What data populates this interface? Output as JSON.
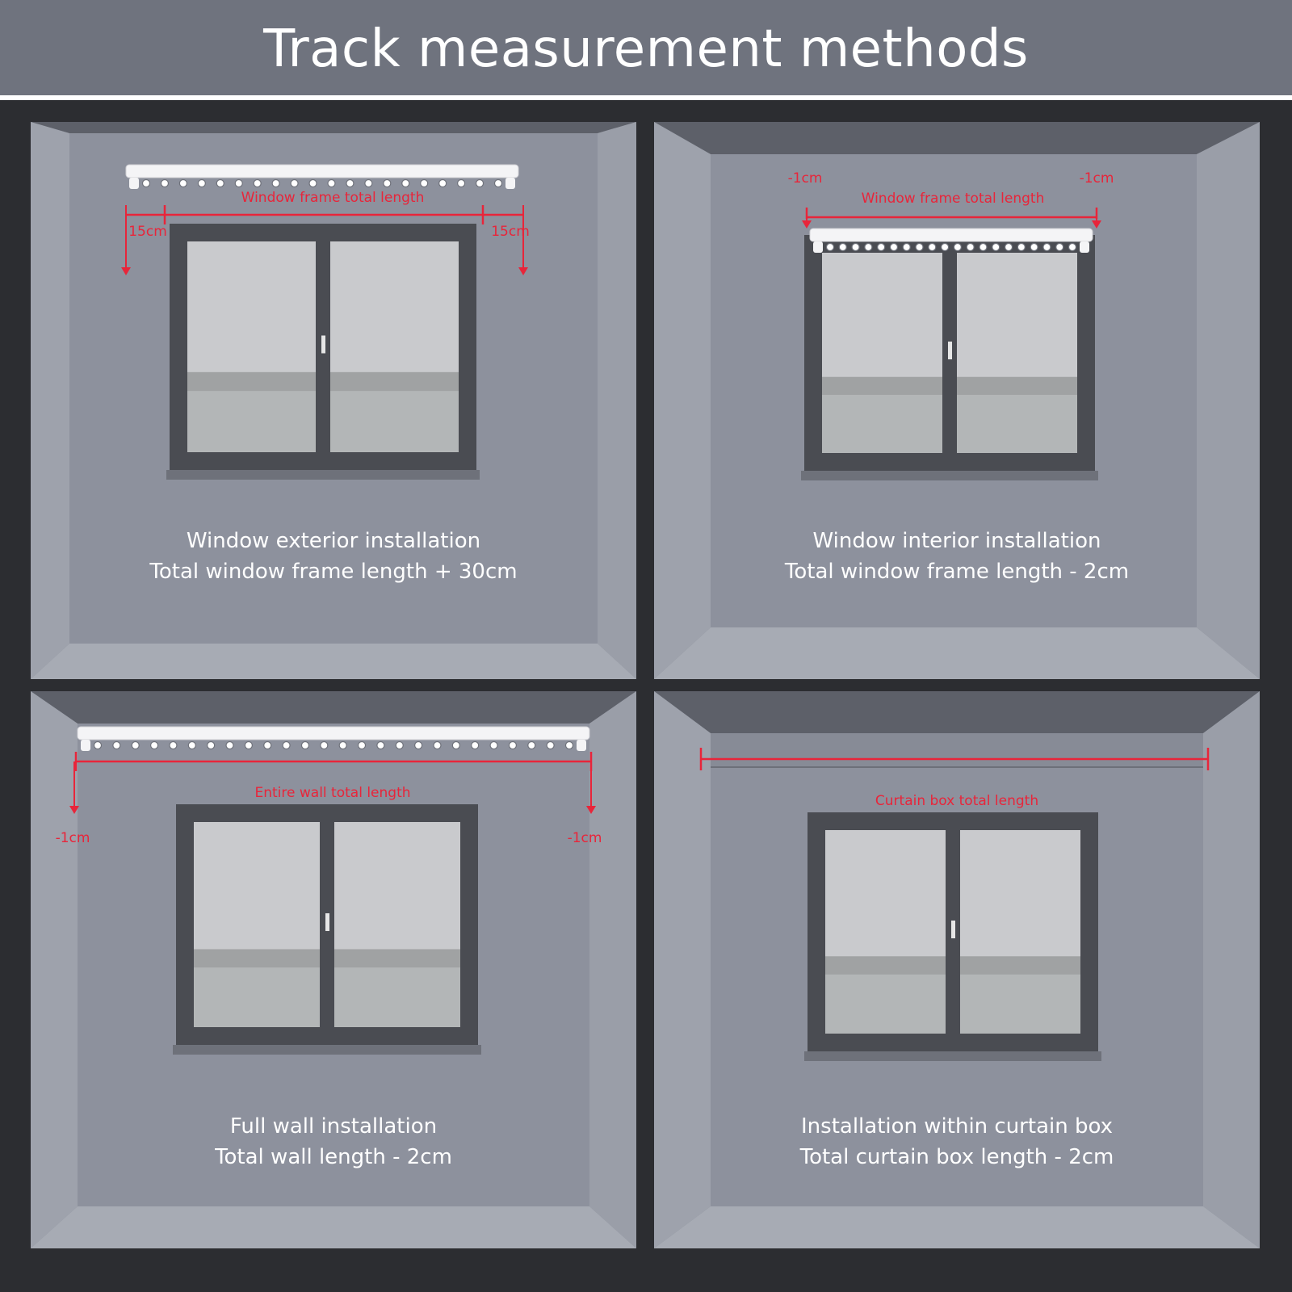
{
  "title": "Track measurement methods",
  "panels": [
    {
      "name": "Window exterior installation",
      "formula": "Total window frame length + 30cm",
      "labels": {
        "main": "Window frame total length",
        "left": "15cm",
        "right": "15cm"
      }
    },
    {
      "name": "Window interior installation",
      "formula": "Total window frame length - 2cm",
      "labels": {
        "main": "Window frame total length",
        "left": "-1cm",
        "right": "-1cm"
      }
    },
    {
      "name": "Full wall installation",
      "formula": "Total wall length - 2cm",
      "labels": {
        "main": "Entire wall total length",
        "left": "-1cm",
        "right": "-1cm"
      }
    },
    {
      "name": "Installation within curtain box",
      "formula": "Total curtain box length - 2cm",
      "labels": {
        "main": "Curtain box total length"
      }
    }
  ],
  "colors": {
    "measure": "#e8253a",
    "wall": "#8d919d",
    "header": "#6f737e",
    "track": "#f4f4f6"
  }
}
